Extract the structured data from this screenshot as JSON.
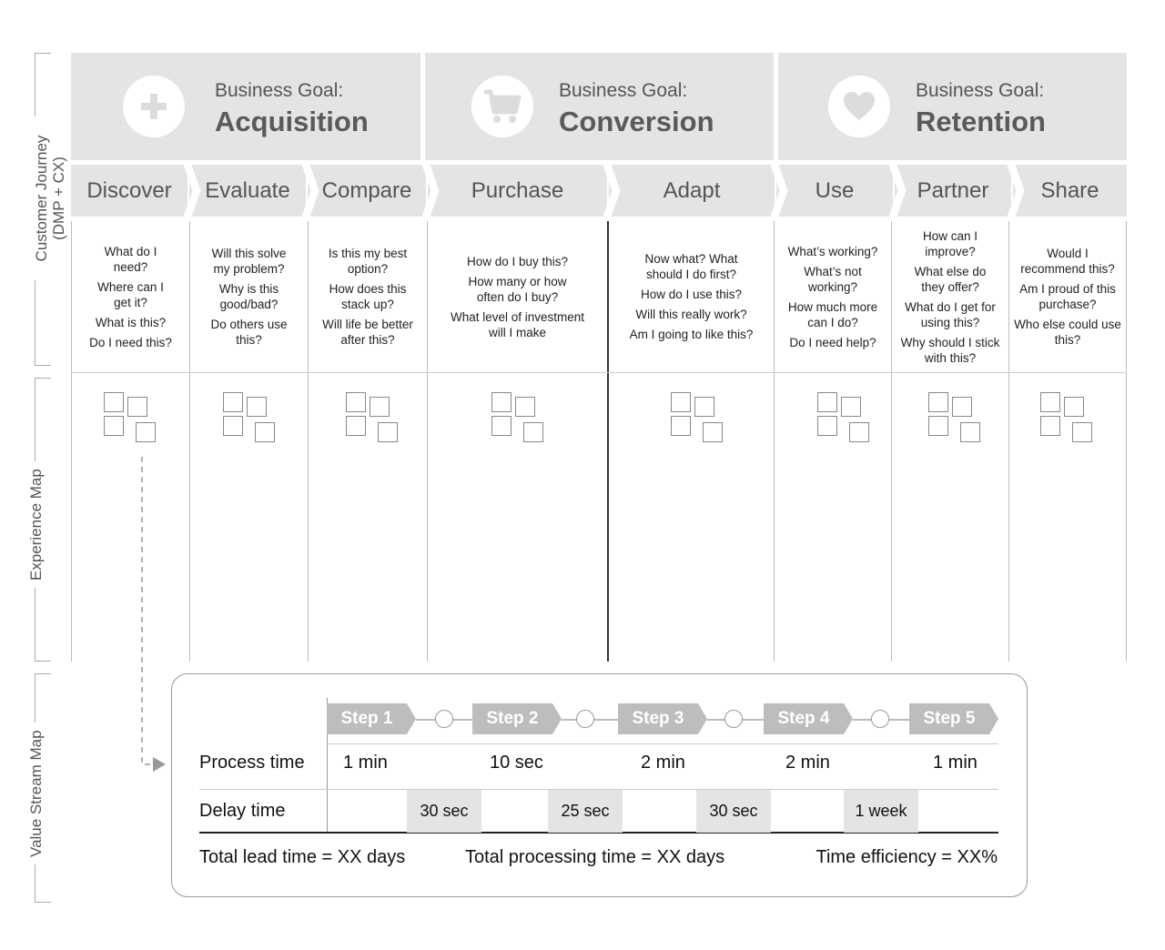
{
  "side_labels": {
    "customer_journey": [
      "Customer Journey",
      "(DMP + CX)"
    ],
    "experience_map": "Experience Map",
    "value_stream_map": "Value Stream Map"
  },
  "goals": [
    {
      "subtitle": "Business Goal:",
      "title": "Acquisition",
      "icon": "plus-icon"
    },
    {
      "subtitle": "Business Goal:",
      "title": "Conversion",
      "icon": "cart-icon"
    },
    {
      "subtitle": "Business Goal:",
      "title": "Retention",
      "icon": "heart-icon"
    }
  ],
  "stages": [
    {
      "label": "Discover",
      "questions": [
        "What do I need?",
        "Where can I get it?",
        "What is this?",
        "Do I need this?"
      ]
    },
    {
      "label": "Evaluate",
      "questions": [
        "Will this solve my problem?",
        "Why is this good/bad?",
        "Do others use this?"
      ]
    },
    {
      "label": "Compare",
      "questions": [
        "Is this my best option?",
        "How does this stack up?",
        "Will life be better after this?"
      ]
    },
    {
      "label": "Purchase",
      "questions": [
        "How do I buy this?",
        "How many or how often do I buy?",
        "What level of investment will I make"
      ]
    },
    {
      "label": "Adapt",
      "questions": [
        "Now what? What should I do first?",
        "How do I use this?",
        "Will this really work?",
        "Am I going to like this?"
      ]
    },
    {
      "label": "Use",
      "questions": [
        "What’s working?",
        "What’s not working?",
        "How much more can I do?",
        "Do I need help?"
      ]
    },
    {
      "label": "Partner",
      "questions": [
        "How can I improve?",
        "What else do they offer?",
        "What do I get for using this?",
        "Why should I stick with this?"
      ]
    },
    {
      "label": "Share",
      "questions": [
        "Would I recommend this?",
        "Am I proud of this purchase?",
        "Who else could use this?"
      ]
    }
  ],
  "value_stream": {
    "row_labels": {
      "process": "Process time",
      "delay": "Delay time"
    },
    "steps": [
      "Step 1",
      "Step 2",
      "Step 3",
      "Step 4",
      "Step 5"
    ],
    "process_times": [
      "1 min",
      "10 sec",
      "2 min",
      "2 min",
      "1 min"
    ],
    "delay_times": [
      "30 sec",
      "25 sec",
      "30 sec",
      "1 week"
    ],
    "summary": {
      "lead_time": "Total lead time = XX days",
      "processing_time": "Total processing time = XX days",
      "efficiency": "Time efficiency = XX%"
    }
  },
  "colors": {
    "band": "#e4e4e4",
    "step": "#bdbdbd",
    "text_muted": "#555555"
  }
}
